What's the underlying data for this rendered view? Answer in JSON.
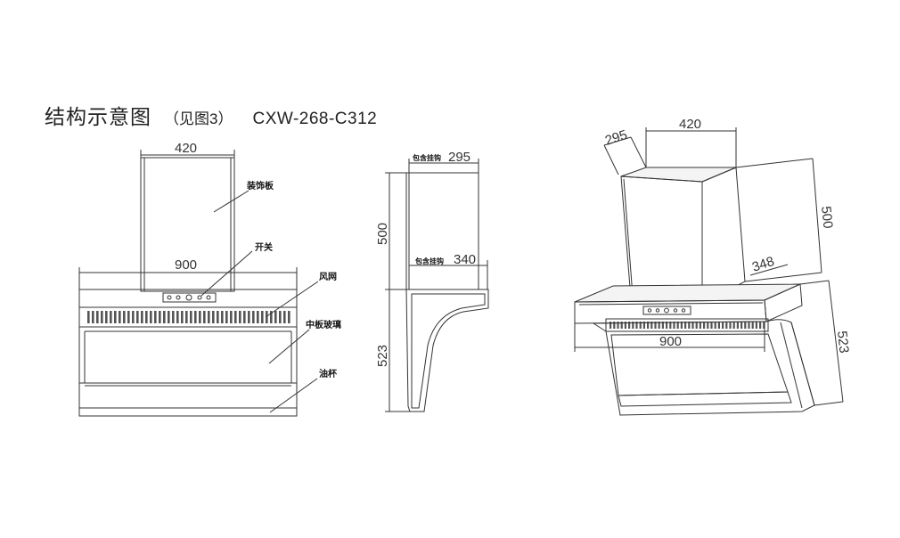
{
  "title": {
    "main": "结构示意图",
    "paren": "（见图3）",
    "model": "CXW-268-C312"
  },
  "front_view": {
    "dim_top_width": "420",
    "dim_body_width": "900",
    "labels": {
      "decor_panel": "装饰板",
      "switch": "开关",
      "fan_cover": "风网",
      "middle_glass": "中板玻璃",
      "oil_cup": "油杯"
    }
  },
  "side_view": {
    "dim_top_depth": "295",
    "dim_body_depth": "340",
    "dim_upper_height": "500",
    "dim_lower_height": "523",
    "note_top": "包含挂钩",
    "note_body": "包含挂钩"
  },
  "iso_view": {
    "dim_depth_top": "295",
    "dim_width_top": "420",
    "dim_height_upper": "500",
    "dim_depth_body": "348",
    "dim_width_body": "900",
    "dim_height_lower": "523"
  }
}
